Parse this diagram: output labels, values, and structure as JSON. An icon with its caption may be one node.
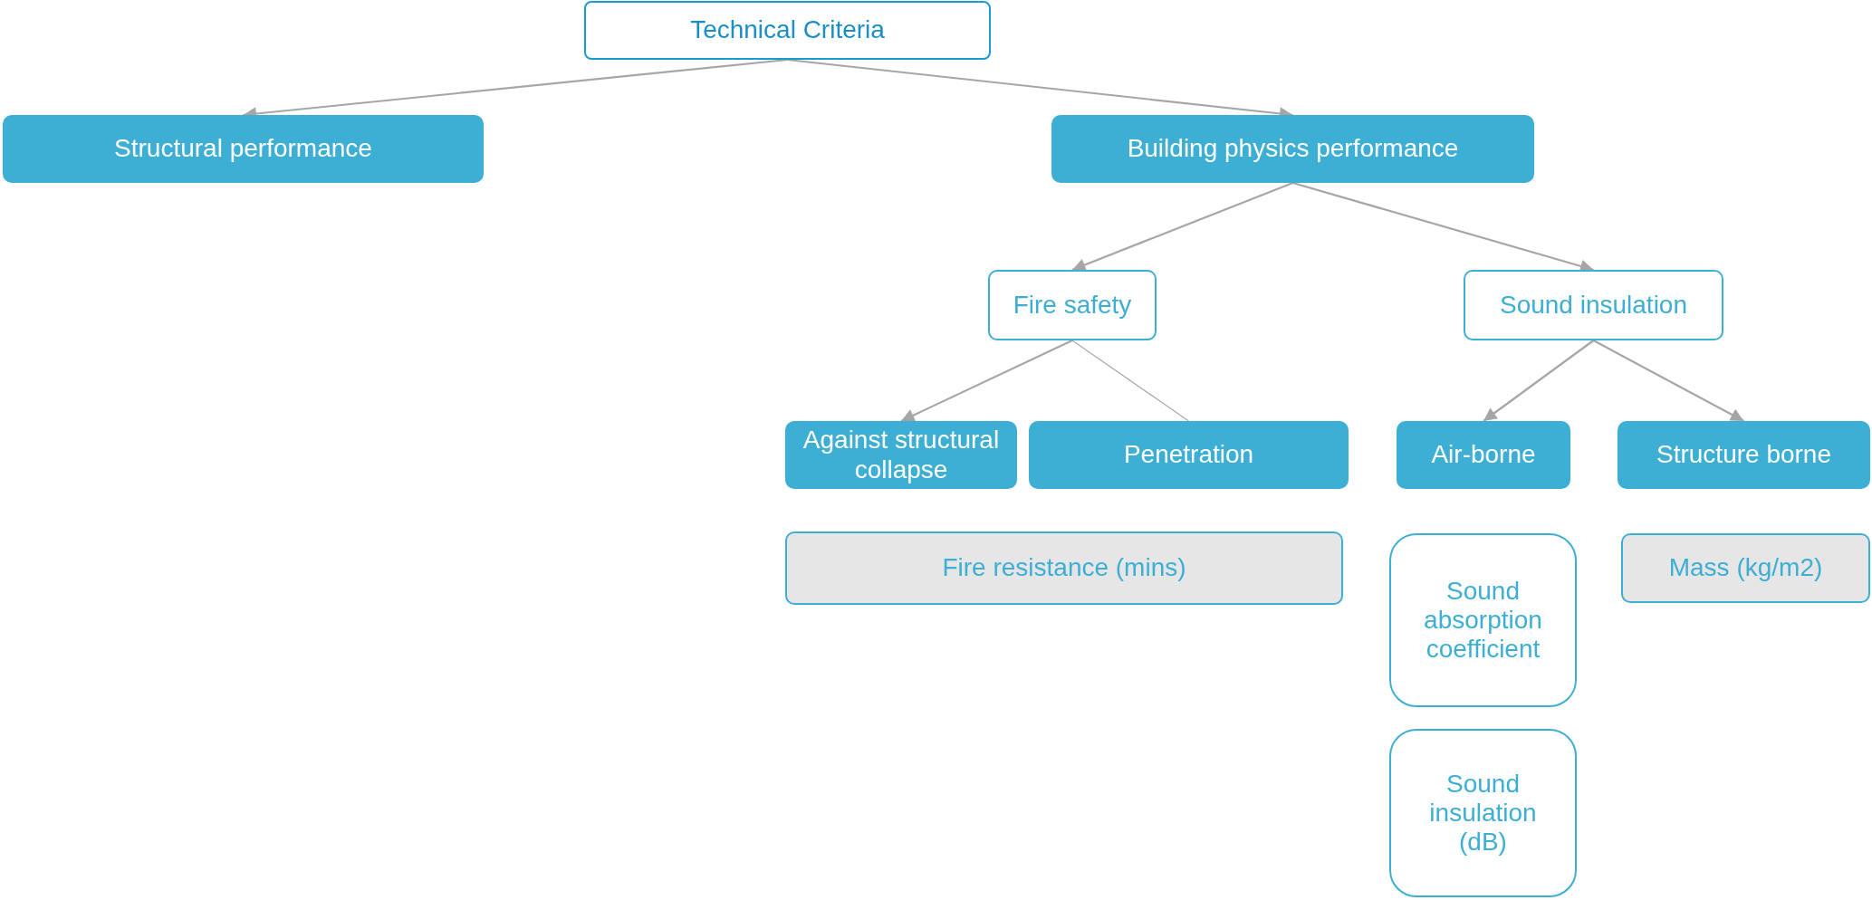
{
  "diagram": {
    "nodes": [
      {
        "text": [
          "Technical Criteria"
        ]
      },
      {
        "text": [
          "Structural performance"
        ]
      },
      {
        "text": [
          "Building physics performance"
        ]
      },
      {
        "text": [
          "Fire safety"
        ]
      },
      {
        "text": [
          "Sound insulation"
        ]
      },
      {
        "text": [
          "Against structural collapse"
        ]
      },
      {
        "text": [
          "Penetration"
        ]
      },
      {
        "text": [
          "Air-borne"
        ]
      },
      {
        "text": [
          "Structure borne"
        ]
      },
      {
        "text": [
          "Fire resistance (mins)"
        ]
      },
      {
        "text": [
          "Sound absorption coefficient"
        ]
      },
      {
        "text": [
          "Mass (kg/m2)"
        ]
      },
      {
        "text": [
          "Sound insulation (dB)"
        ]
      }
    ],
    "edges": [
      {
        "from": 0,
        "to": 1,
        "arrow": "to"
      },
      {
        "from": 0,
        "to": 2,
        "arrow": "to"
      },
      {
        "from": 2,
        "to": 3,
        "arrow": "to"
      },
      {
        "from": 2,
        "to": 4,
        "arrow": "to"
      },
      {
        "from": 3,
        "to": 5,
        "arrow": "to"
      },
      {
        "from": 3,
        "to": 6,
        "arrow": "none"
      },
      {
        "from": 4,
        "to": 7,
        "arrow": "to"
      },
      {
        "from": 4,
        "to": 8,
        "arrow": "to"
      }
    ]
  }
}
